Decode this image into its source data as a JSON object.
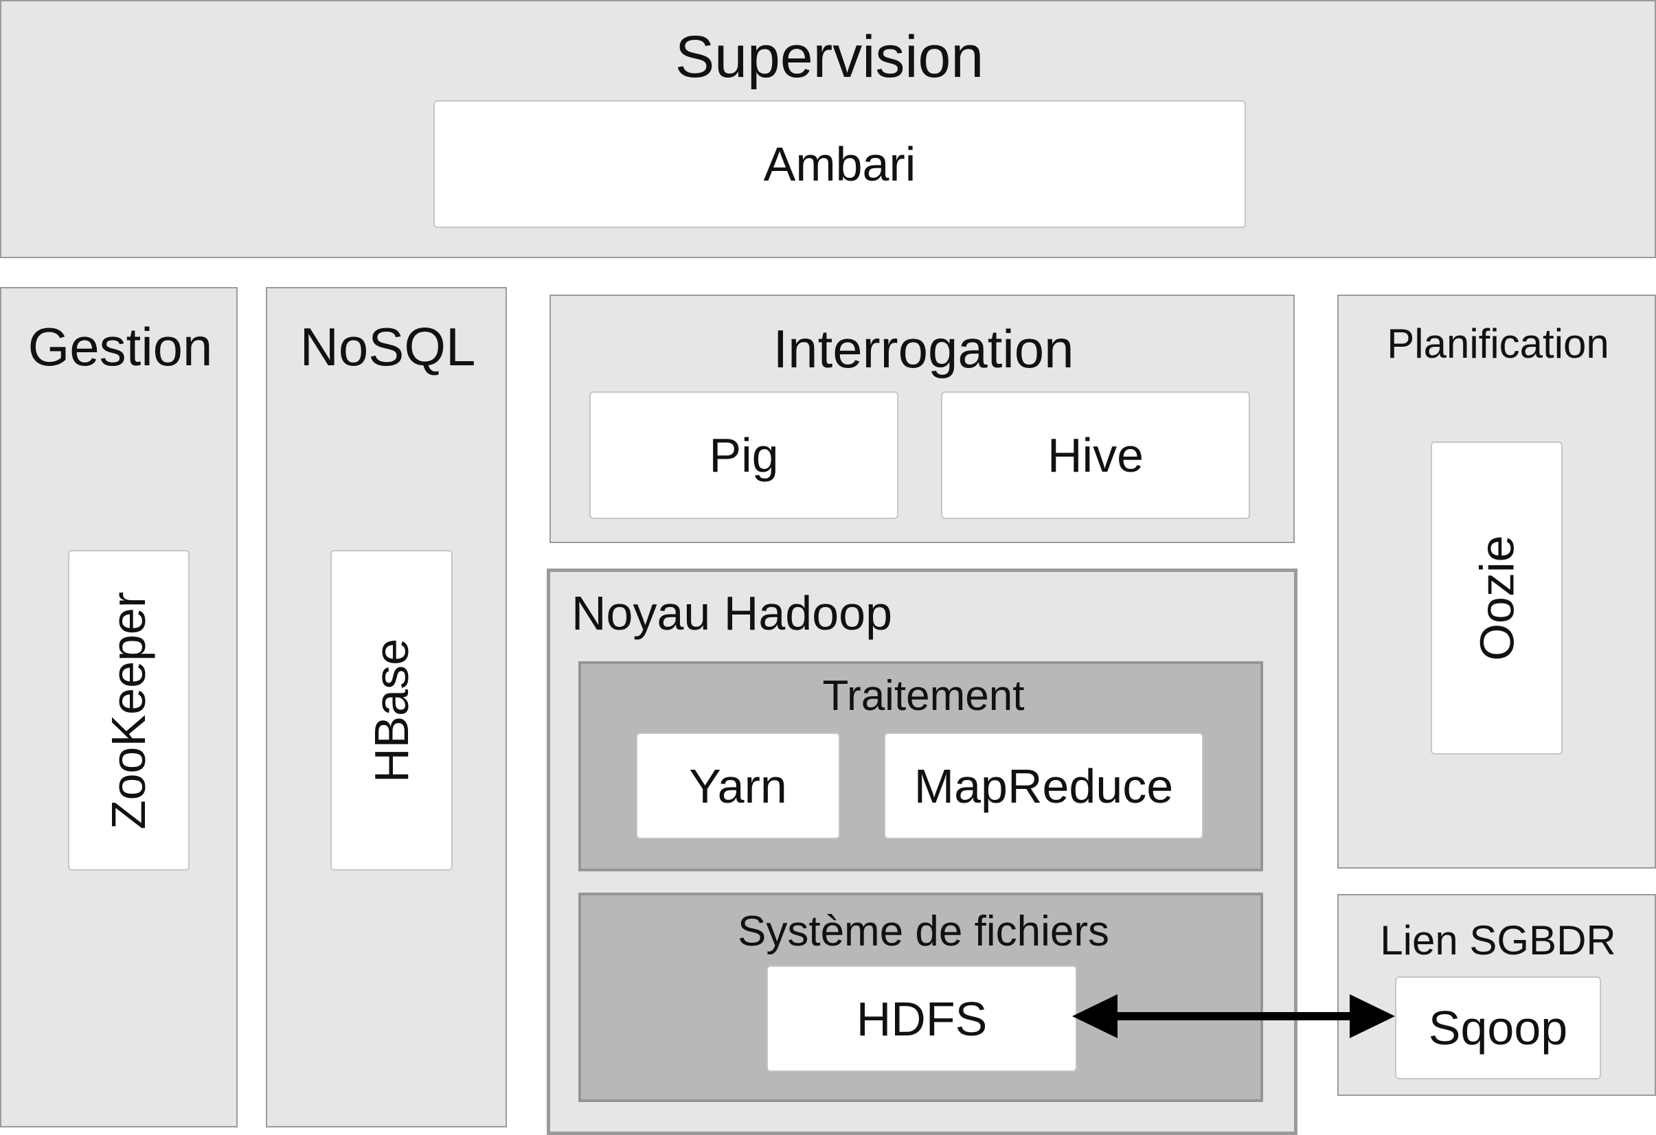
{
  "supervision": {
    "title": "Supervision",
    "tool": "Ambari"
  },
  "gestion": {
    "title": "Gestion",
    "tool": "ZooKeeper"
  },
  "nosql": {
    "title": "NoSQL",
    "tool": "HBase"
  },
  "interrogation": {
    "title": "Interrogation",
    "tools": [
      "Pig",
      "Hive"
    ]
  },
  "noyau": {
    "title": "Noyau Hadoop",
    "traitement": {
      "title": "Traitement",
      "tools": [
        "Yarn",
        "MapReduce"
      ]
    },
    "systeme": {
      "title": "Système de fichiers",
      "tool": "HDFS"
    }
  },
  "planification": {
    "title": "Planification",
    "tool": "Oozie"
  },
  "lien": {
    "title": "Lien SGBDR",
    "tool": "Sqoop"
  },
  "connector": {
    "from": "HDFS",
    "to": "Sqoop",
    "direction": "bidirectional"
  },
  "colors": {
    "outer_panel": "#e6e6e6",
    "inner_panel": "#b8b8b8",
    "tool_box": "#ffffff",
    "arrow": "#000000"
  }
}
